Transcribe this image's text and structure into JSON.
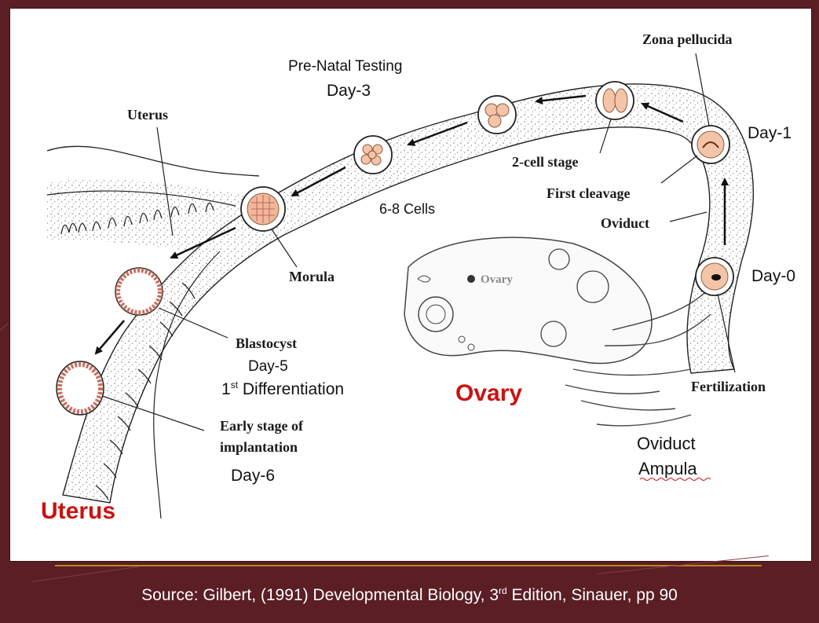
{
  "colors": {
    "background": "#5a1e24",
    "panel": "#ffffff",
    "accent_red": "#cc1111",
    "footer_rule": "#b8861c"
  },
  "labels": {
    "zona_pellucida": "Zona pellucida",
    "prenatal_testing": "Pre-Natal Testing",
    "day3": "Day-3",
    "uterus_small": "Uterus",
    "day1": "Day-1",
    "two_cell": "2-cell stage",
    "first_cleavage": "First cleavage",
    "six_eight_cells": "6-8 Cells",
    "oviduct": "Oviduct",
    "morula": "Morula",
    "ovary_small": "Ovary",
    "day0": "Day-0",
    "blastocyst": "Blastocyst",
    "day5": "Day-5",
    "first_diff_num": "1",
    "first_diff_sup": "st",
    "first_diff_text": " Differentiation",
    "ovary_big": "Ovary",
    "fertilization": "Fertilization",
    "early_stage_1": "Early stage of",
    "early_stage_2": "implantation",
    "oviduct_ampula_1": "Oviduct",
    "oviduct_ampula_2": "Ampula",
    "day6": "Day-6",
    "uterus_big": "Uterus"
  },
  "footer": {
    "source_pre": "Source: Gilbert, (1991) Developmental Biology, 3",
    "source_sup": "rd",
    "source_post": " Edition, Sinauer, pp 90"
  }
}
